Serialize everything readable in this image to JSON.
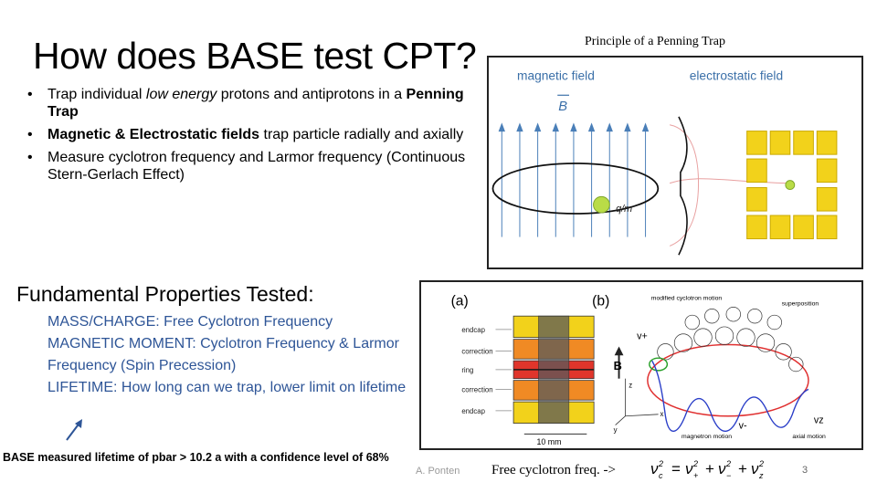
{
  "slide": {
    "title": "How does BASE test CPT?",
    "bullets": [
      {
        "pre": "Trap individual ",
        "em": "low energy",
        "post": " protons and antiprotons in a ",
        "bold": "Penning Trap",
        "tail": ""
      },
      {
        "pre": "",
        "em": "",
        "post": "",
        "bold": "Magnetic & Electrostatic fields",
        "tail": " trap particle radially and axially"
      },
      {
        "pre": "Measure cyclotron frequency and Larmor frequency (Continuous Stern-Gerlach Effect)",
        "em": "",
        "post": "",
        "bold": "",
        "tail": ""
      }
    ],
    "penning_caption": "Principle of a Penning Trap",
    "penning_figure": {
      "magnetic_label": "magnetic field",
      "electrostatic_label": "electrostatic field",
      "b_symbol": "B",
      "qm_label": "q/m"
    },
    "properties_heading": "Fundamental Properties Tested:",
    "properties": [
      {
        "key": "MASS/CHARGE:",
        "text": " Free Cyclotron Frequency"
      },
      {
        "key": "MAGNETIC MOMENT:",
        "text": " Cyclotron Frequency & Larmor Frequency (Spin Precession)"
      },
      {
        "key": "LIFETIME:",
        "text": " How long can we trap, lower limit on lifetime"
      }
    ],
    "lifetime_note": "BASE measured lifetime of pbar > 10.2 a with a confidence level of 68%",
    "author": "A. Ponten",
    "trap_figure": {
      "panel_a": "(a)",
      "panel_b": "(b)",
      "electrodes": [
        "endcap",
        "correction",
        "ring",
        "correction",
        "endcap"
      ],
      "b_symbol": "B",
      "scale": "10 mm",
      "z_axis": "z",
      "x_axis": "x",
      "y_axis": "y",
      "modified_cyclotron": "modified cyclotron motion",
      "superposition": "superposition",
      "magnetron": "magnetron motion",
      "axial": "axial motion",
      "nu_plus": "v+",
      "nu_minus": "v-",
      "nu_z": "vz"
    },
    "free_cyclotron_label": "Free cyclotron freq. ->",
    "page_number": "3",
    "colors": {
      "accent": "#2e5597",
      "electrode_yellow": "#f2d21b",
      "electrode_orange": "#f08a24",
      "ring_red": "#e0352b"
    }
  }
}
